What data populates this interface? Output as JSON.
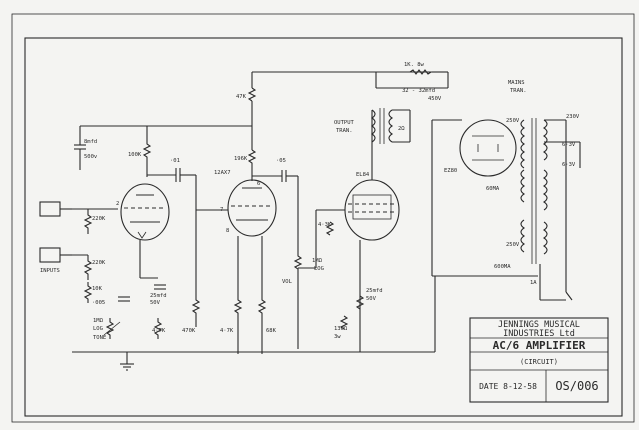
{
  "schematic": {
    "labels": {
      "c_8mfd": "8mfd",
      "c_500v": "500v",
      "r_100k": "100K",
      "c_01": "·01",
      "r_47k": "47K",
      "r_196k": "196K",
      "c_05": "·05",
      "tube_12ax7": "12AX7",
      "r_1k_8w": "1K. 8w",
      "c_32_32": "32 - 32mfd",
      "c_450v": "450V",
      "output_tran": "OUTPUT",
      "output_tran2": "TRAN.",
      "speaker_2r": "2Ω",
      "tube_el84": "EL84",
      "tube_ez80": "EZ80",
      "mains_tran": "MAINS",
      "mains_tran2": "TRAN.",
      "v_250v_a": "250V",
      "v_250v_b": "250V",
      "v_230v": "230V",
      "v_6v_a": "6·3V",
      "v_6v_b": "6·3V",
      "ma_60": "60MA",
      "ma_600": "600MA",
      "amp_1a": "1A",
      "r_220k_1": "220K",
      "r_220k_2": "220K",
      "r_10k": "10K",
      "inputs": "INPUTS",
      "c_005": "·005",
      "c_25mfd_a": "25mfd",
      "c_50v_a": "50V",
      "r_1meg": "1MΩ",
      "r_log": "LOG",
      "tone": "TONE",
      "r_47k_b": "4·7K",
      "r_470k": "470K",
      "r_47k_c": "4·7K",
      "r_68k": "68K",
      "vol": "VOL",
      "r_1meg_log": "1MΩ",
      "r_log2": "LOG",
      "r_43k": "4·3K",
      "c_25mfd_b": "25mfd",
      "c_50v_b": "50V",
      "r_130": "130Ω",
      "r_3w": "3w",
      "pin2": "2",
      "pin7": "7",
      "pin8": "8",
      "pin6": "6"
    },
    "title_block": {
      "company": "JENNINGS MUSICAL",
      "company2": "INDUSTRIES Ltd",
      "product": "AC/6 AMPLIFIER",
      "subtitle": "(CIRCUIT)",
      "date": "DATE 8-12-58",
      "drawing_no": "OS/006"
    }
  }
}
